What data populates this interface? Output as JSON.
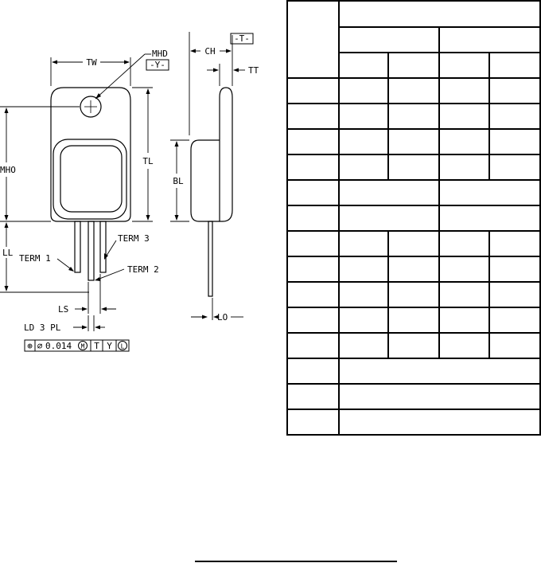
{
  "diagram": {
    "labels": {
      "tw": "TW",
      "mhd": "MHD",
      "y_datum": "-Y-",
      "t_datum": "-T-",
      "ch": "CH",
      "tt": "TT",
      "tl": "TL",
      "bl": "BL",
      "mho": "MHO",
      "ll": "LL",
      "term1": "TERM 1",
      "term2": "TERM 2",
      "term3": "TERM 3",
      "ls": "LS",
      "lo": "LO",
      "ld": "LD 3 PL"
    },
    "tolerance_frame": {
      "position_symbol": "⊕",
      "diameter_symbol": "⌀",
      "value": "0.014",
      "modifier": "M",
      "datum_1": "T",
      "datum_2": "Y",
      "datum_3": "L"
    }
  },
  "table": {
    "rows": 17,
    "columns": 5,
    "cells": []
  }
}
